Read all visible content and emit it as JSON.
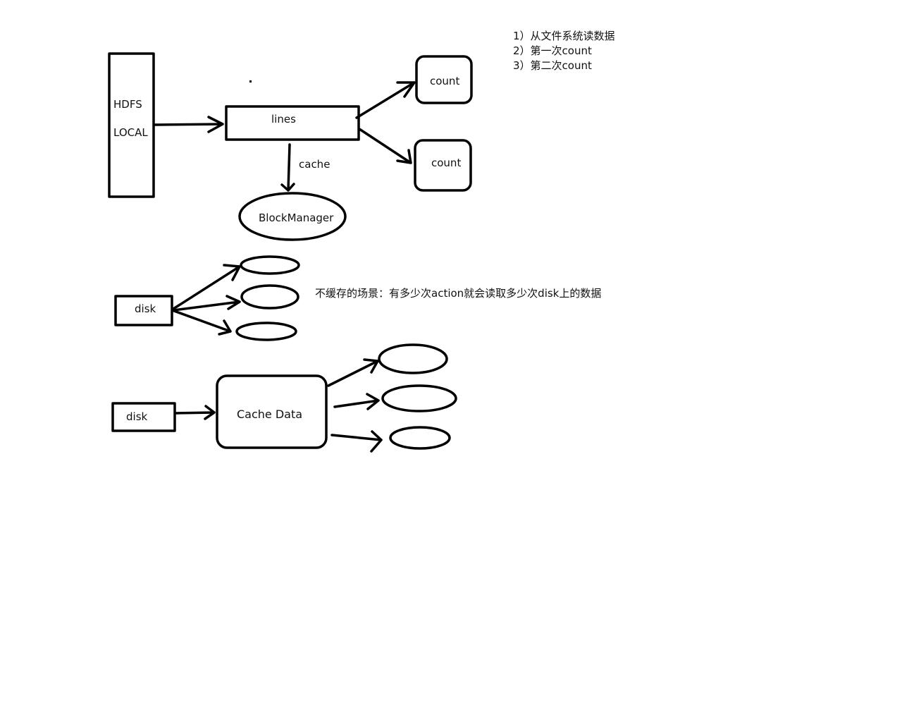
{
  "notes": [
    "1）从文件系统读数据",
    "2）第一次count",
    "3）第二次count"
  ],
  "caption": "不缓存的场景：有多少次action就会读取多少次disk上的数据",
  "diagram1": {
    "source_line1": "HDFS",
    "source_line2": "LOCAL",
    "rdd": "lines",
    "action1": "count",
    "action2": "count",
    "edge_cache": "cache",
    "store": "BlockManager"
  },
  "diagram2": {
    "source": "disk"
  },
  "diagram3": {
    "source": "disk",
    "cache": "Cache Data"
  }
}
